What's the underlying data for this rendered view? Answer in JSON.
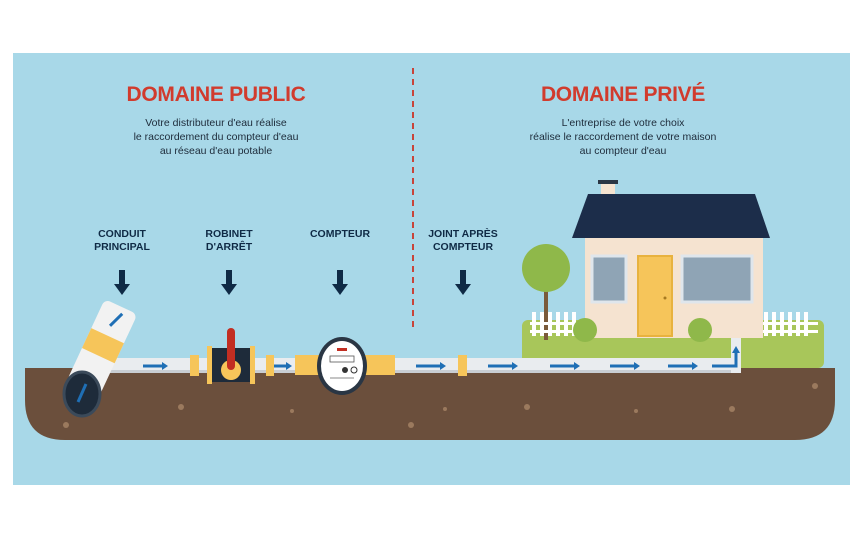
{
  "public": {
    "title": "DOMAINE PUBLIC",
    "desc_lines": [
      "Votre distributeur d'eau réalise",
      "le raccordement du compteur d'eau",
      "au réseau d'eau potable"
    ]
  },
  "private": {
    "title": "DOMAINE PRIVÉ",
    "desc_lines": [
      "L'entreprise de votre choix",
      "réalise le raccordement de votre maison",
      "au compteur d'eau"
    ]
  },
  "labels": [
    {
      "lines": [
        "CONDUIT",
        "PRINCIPAL"
      ]
    },
    {
      "lines": [
        "ROBINET",
        "D'ARRÊT"
      ]
    },
    {
      "lines": [
        "COMPTEUR"
      ]
    },
    {
      "lines": [
        "JOINT APRÈS",
        "COMPTEUR"
      ]
    }
  ],
  "colors": {
    "sky": "#a8d8e8",
    "ground": "#6b4f3c",
    "title": "#d13b2d",
    "arrow": "#1f6fb5",
    "label": "#0f2a45"
  }
}
